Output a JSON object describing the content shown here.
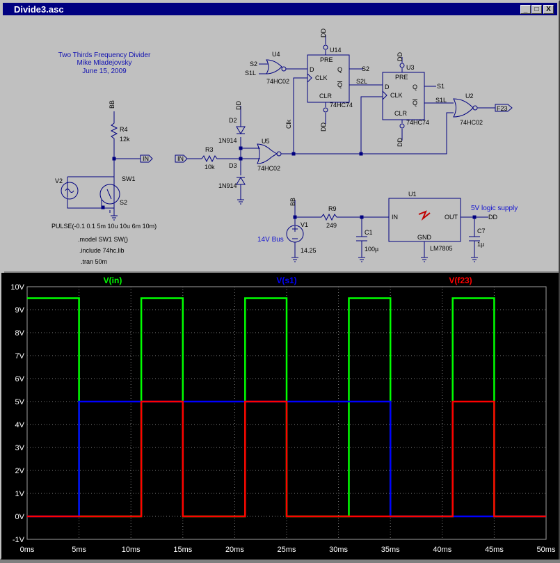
{
  "window": {
    "title": "Divide3.asc",
    "min": "_",
    "max": "□",
    "close": "X"
  },
  "schematic": {
    "title_lines": [
      "Two Thirds Frequency Divider",
      "Mike Mladejovsky",
      "June 15, 2009"
    ],
    "net_labels": {
      "bb1": "BB",
      "bb2": "BB",
      "dd_u14": "DD",
      "dd_u14_bot": "DD",
      "dd_u3": "DD",
      "dd_u3_bot": "DD",
      "dd_d2": "DD",
      "dd_out": "DD",
      "in1": "IN",
      "in2": "IN",
      "in_u1": "IN",
      "f23": "F23",
      "s2_in": "S2",
      "s1l_in": "S1L",
      "s2_out": "S2",
      "s2l": "S2L",
      "s1": "S1",
      "s1l": "S1L",
      "clk": "Clk"
    },
    "components": {
      "r4": "R4",
      "r4v": "12k",
      "v2": "V2",
      "sw1": "SW1",
      "s2": "S2",
      "d2": "D2",
      "d2v": "1N914",
      "d3": "D3",
      "d3v": "1N914",
      "r3": "R3",
      "r3v": "10k",
      "u5": "U5",
      "u5v": "74HC02",
      "u4": "U4",
      "u4v": "74HC02",
      "u14": "U14",
      "u14v": "74HC74",
      "u3": "U3",
      "u3v": "74HC74",
      "u2": "U2",
      "u2v": "74HC02",
      "r9": "R9",
      "r9v": "249",
      "c1": "C1",
      "c1v": "100µ",
      "v1": "V1",
      "v1v": "14.25",
      "u1": "U1",
      "u1v": "LM7805",
      "c7": "C7",
      "c7v": "1µ",
      "bus14": "14V Bus",
      "supply5": "5V logic supply"
    },
    "pins": {
      "pre": "PRE",
      "clr": "CLR",
      "d": "D",
      "clk": "CLK",
      "q": "Q",
      "qbar": "Q",
      "in": "IN",
      "out": "OUT",
      "gnd": "GND"
    },
    "directives": [
      "PULSE(-0.1 0.1 5m 10u 10u 6m 10m)",
      ".model SW1 SW()",
      ".include 74hc.lib",
      ".tran 50m"
    ]
  },
  "chart_data": {
    "type": "line",
    "title": "",
    "xlabel": "",
    "ylabel": "",
    "xlim": [
      0,
      50
    ],
    "ylim": [
      -1,
      10
    ],
    "x_ticks": [
      "0ms",
      "5ms",
      "10ms",
      "15ms",
      "20ms",
      "25ms",
      "30ms",
      "35ms",
      "40ms",
      "45ms",
      "50ms"
    ],
    "y_ticks": [
      "-1V",
      "0V",
      "1V",
      "2V",
      "3V",
      "4V",
      "5V",
      "6V",
      "7V",
      "8V",
      "9V",
      "10V"
    ],
    "grid": true,
    "series": [
      {
        "name": "V(in)",
        "color": "#00ff00",
        "x": [
          0,
          5,
          5,
          11,
          11,
          15,
          15,
          21,
          21,
          25,
          25,
          31,
          31,
          35,
          35,
          41,
          41,
          45,
          45,
          50
        ],
        "y": [
          9.5,
          9.5,
          0,
          0,
          9.5,
          9.5,
          0,
          0,
          9.5,
          9.5,
          0,
          0,
          9.5,
          9.5,
          0,
          0,
          9.5,
          9.5,
          0,
          0
        ]
      },
      {
        "name": "V(s1)",
        "color": "#0000ff",
        "x": [
          0,
          5,
          5,
          35,
          35,
          50
        ],
        "y": [
          0,
          0,
          5,
          5,
          0,
          0
        ]
      },
      {
        "name": "V(f23)",
        "color": "#ff0000",
        "x": [
          0,
          11,
          11,
          15,
          15,
          21,
          21,
          25,
          25,
          41,
          41,
          45,
          45,
          50
        ],
        "y": [
          0,
          0,
          5,
          5,
          0,
          0,
          5,
          5,
          0,
          0,
          5,
          5,
          0,
          0
        ]
      }
    ]
  }
}
